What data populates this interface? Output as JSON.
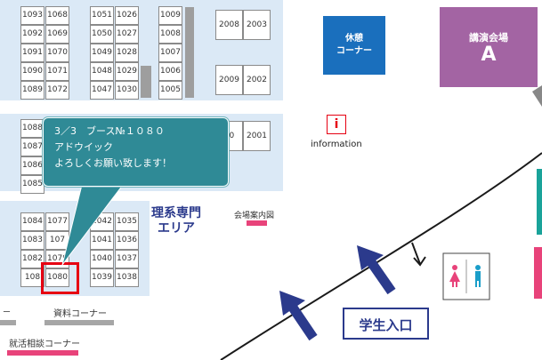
{
  "booths": {
    "c1": [
      "1093",
      "1092",
      "1091",
      "1090",
      "1089"
    ],
    "c2": [
      "1068",
      "1069",
      "1070",
      "1071",
      "1072"
    ],
    "c3": [
      "1051",
      "1050",
      "1049",
      "1048",
      "1047"
    ],
    "c4": [
      "1026",
      "1027",
      "1028",
      "1029",
      "1030"
    ],
    "c5": [
      "1009",
      "1008",
      "1007",
      "1006",
      "1005"
    ],
    "mid_left": [
      "1088",
      "1087",
      "1086",
      "1085"
    ],
    "right_top": [
      "2008",
      "2003"
    ],
    "right_mid": [
      "2009",
      "2002"
    ],
    "right_partial": [
      "10",
      "2001"
    ],
    "bottom": {
      "c1": [
        "1084",
        "1083",
        "1082",
        "108"
      ],
      "c2": [
        "1077",
        "107",
        "1079",
        "1080"
      ],
      "c3": [
        "1042",
        "1041",
        "1040",
        "1039"
      ],
      "c4": [
        "1035",
        "1036",
        "1037",
        "1038"
      ]
    }
  },
  "areas": {
    "rest_corner": "休憩\nコーナー",
    "lecture_hall": {
      "title": "講演会場",
      "letter": "A"
    },
    "science_area": "理系専門\nエリア",
    "information_icon": "i",
    "information_label": "information",
    "venue_guide": "会場案内図",
    "materials_corner": "資料コーナー",
    "career_corner": "就活相談コーナー",
    "student_entrance": "学生入口",
    "left_dash": "ー"
  },
  "tooltip": {
    "line1": "3／3　ブース№１０８０",
    "line2": "アドウイック",
    "line3": "よろしくお願い致します！"
  },
  "selected_booth": "1080",
  "colors": {
    "zone_blue": "#dbe9f6",
    "rest_corner": "#1a6fbd",
    "lecture_hall": "#a364a3",
    "highlight": "#e60012",
    "tooltip": "#2f8a96",
    "navy": "#2b3a8c",
    "pink": "#e8437a",
    "teal": "#1aa39a"
  }
}
